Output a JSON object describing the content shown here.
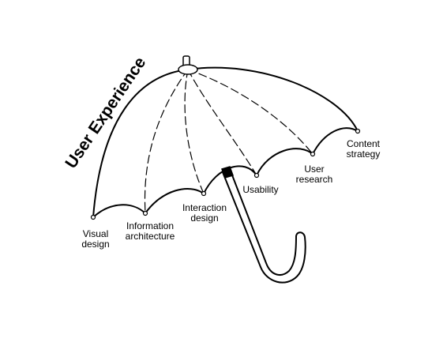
{
  "diagram": {
    "title": "User Experience",
    "labels": [
      {
        "line1": "Visual",
        "line2": "design"
      },
      {
        "line1": "Information",
        "line2": "architecture"
      },
      {
        "line1": "Interaction",
        "line2": "design"
      },
      {
        "line1": "Usability",
        "line2": ""
      },
      {
        "line1": "User",
        "line2": "research"
      },
      {
        "line1": "Content",
        "line2": "strategy"
      }
    ]
  }
}
